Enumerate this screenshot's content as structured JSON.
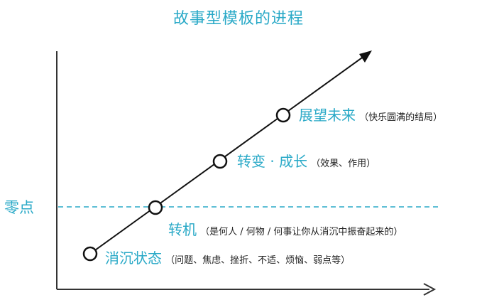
{
  "title": "故事型模板的进程",
  "zero_label": "零点",
  "stages": [
    {
      "label": "消沉状态",
      "note": "（问题、焦虑、挫折、不适、烦恼、弱点等）"
    },
    {
      "label": "转机",
      "note": "（是何人 / 何物 / 何事让你从消沉中振奋起来的）"
    },
    {
      "label": "转变 · 成长",
      "note": "（效果、作用）"
    },
    {
      "label": "展望未来",
      "note": "（快乐圆满的结局）"
    }
  ],
  "colors": {
    "accent": "#29a9c7",
    "axis": "#333333",
    "text": "#222222"
  }
}
